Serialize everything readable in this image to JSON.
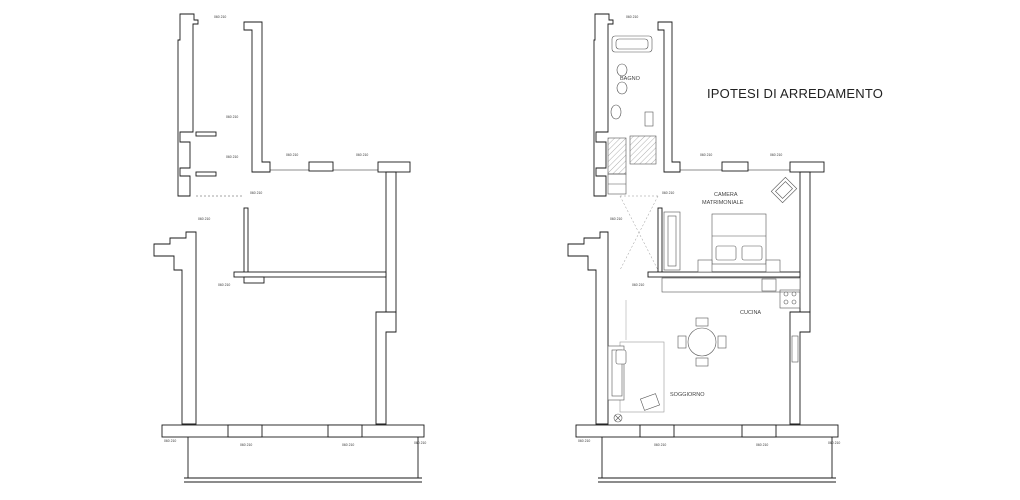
{
  "title": "IPOTESI DI ARREDAMENTO",
  "rooms": {
    "bagno": "BAGNO",
    "camera_line1": "CAMERA",
    "camera_line2": "MATRIMONIALE",
    "cucina": "CUCINA",
    "soggiorno": "SOGGIORNO"
  },
  "window_tag": "060 210",
  "colors": {
    "wall_fill": "#ffffff",
    "wall_stroke": "#1a1a1a",
    "furniture": "#555555",
    "hatch": "#7a7a7a"
  }
}
